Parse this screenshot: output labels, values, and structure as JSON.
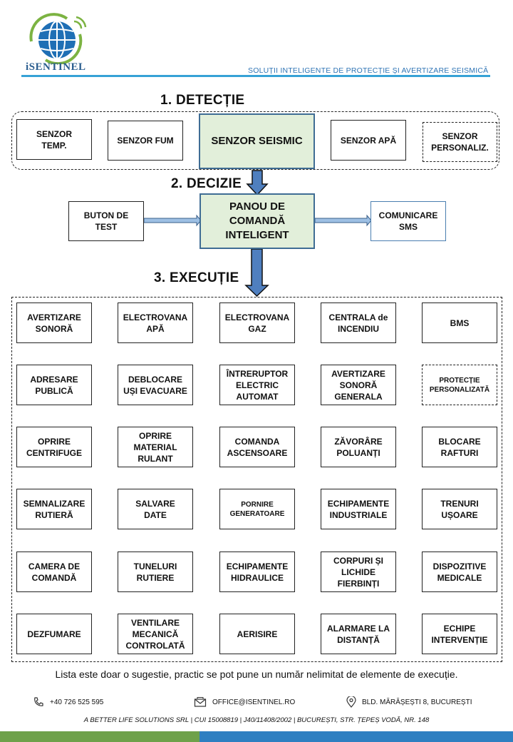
{
  "brand": {
    "logo_text": "iSENTINEL",
    "tagline": "SOLUȚII INTELIGENTE  DE PROTECȚIE ȘI AVERTIZARE SEISMICĂ"
  },
  "headings": {
    "detection": "1. DETECȚIE",
    "decision": "2. DECIZIE",
    "execution": "3. EXECUȚIE"
  },
  "detection": {
    "temp": "SENZOR\nTEMP.",
    "smoke": "SENZOR FUM",
    "seismic": "SENZOR SEISMIC",
    "water": "SENZOR APĂ",
    "custom": "SENZOR\nPERSONALIZ."
  },
  "decision": {
    "test_button": "BUTON DE\nTEST",
    "panel": "PANOU DE\nCOMANDĂ\nINTELIGENT",
    "sms": "COMUNICARE\nSMS"
  },
  "execution": [
    "AVERTIZARE\nSONORĂ",
    "ELECTROVANA\nAPĂ",
    "ELECTROVANA\nGAZ",
    "CENTRALA de\nINCENDIU",
    "BMS",
    "ADRESARE\nPUBLICĂ",
    "DEBLOCARE\nUȘI EVACUARE",
    "ÎNTRERUPTOR\nELECTRIC\nAUTOMAT",
    "AVERTIZARE\nSONORĂ\nGENERALA",
    "PROTECȚIE\nPERSONALIZATĂ",
    "OPRIRE\nCENTRIFUGE",
    "OPRIRE\nMATERIAL\nRULANT",
    "COMANDA\nASCENSOARE",
    "ZĂVORÂRE\nPOLUANȚI",
    "BLOCARE\nRAFTURI",
    "SEMNALIZARE\nRUTIERĂ",
    "SALVARE\nDATE",
    "PORNIRE\nGENERATOARE",
    "ECHIPAMENTE\nINDUSTRIALE",
    "TRENURI\nUȘOARE",
    "CAMERA DE\nCOMANDĂ",
    "TUNELURI\nRUTIERE",
    "ECHIPAMENTE\nHIDRAULICE",
    "CORPURI ȘI\nLICHIDE\nFIERBINȚI",
    "DISPOZITIVE\nMEDICALE",
    "DEZFUMARE",
    "VENTILARE\nMECANICĂ\nCONTROLATĂ",
    "AERISIRE",
    "ALARMARE LA\nDISTANȚĂ",
    "ECHIPE\nINTERVENȚIE"
  ],
  "note": "Lista este doar o sugestie, practic se pot pune un număr nelimitat de elemente de execuție.",
  "contact": {
    "phone": "+40 726 525 595",
    "email": "OFFICE@ISENTINEL.RO",
    "address": "BLD. MĂRĂȘEȘTI 8, BUCUREȘTI"
  },
  "footer": "A BETTER LIFE SOLUTIONS SRL | CUI 15008819 | J40/11408/2002 | BUCUREȘTI, STR. ȚEPEȘ VODĂ, NR. 148",
  "colors": {
    "accent_blue": "#2e74b5",
    "green_bar": "#6ea14a",
    "blue_bar": "#2e7fc1",
    "panel_fill": "#e2efda"
  }
}
